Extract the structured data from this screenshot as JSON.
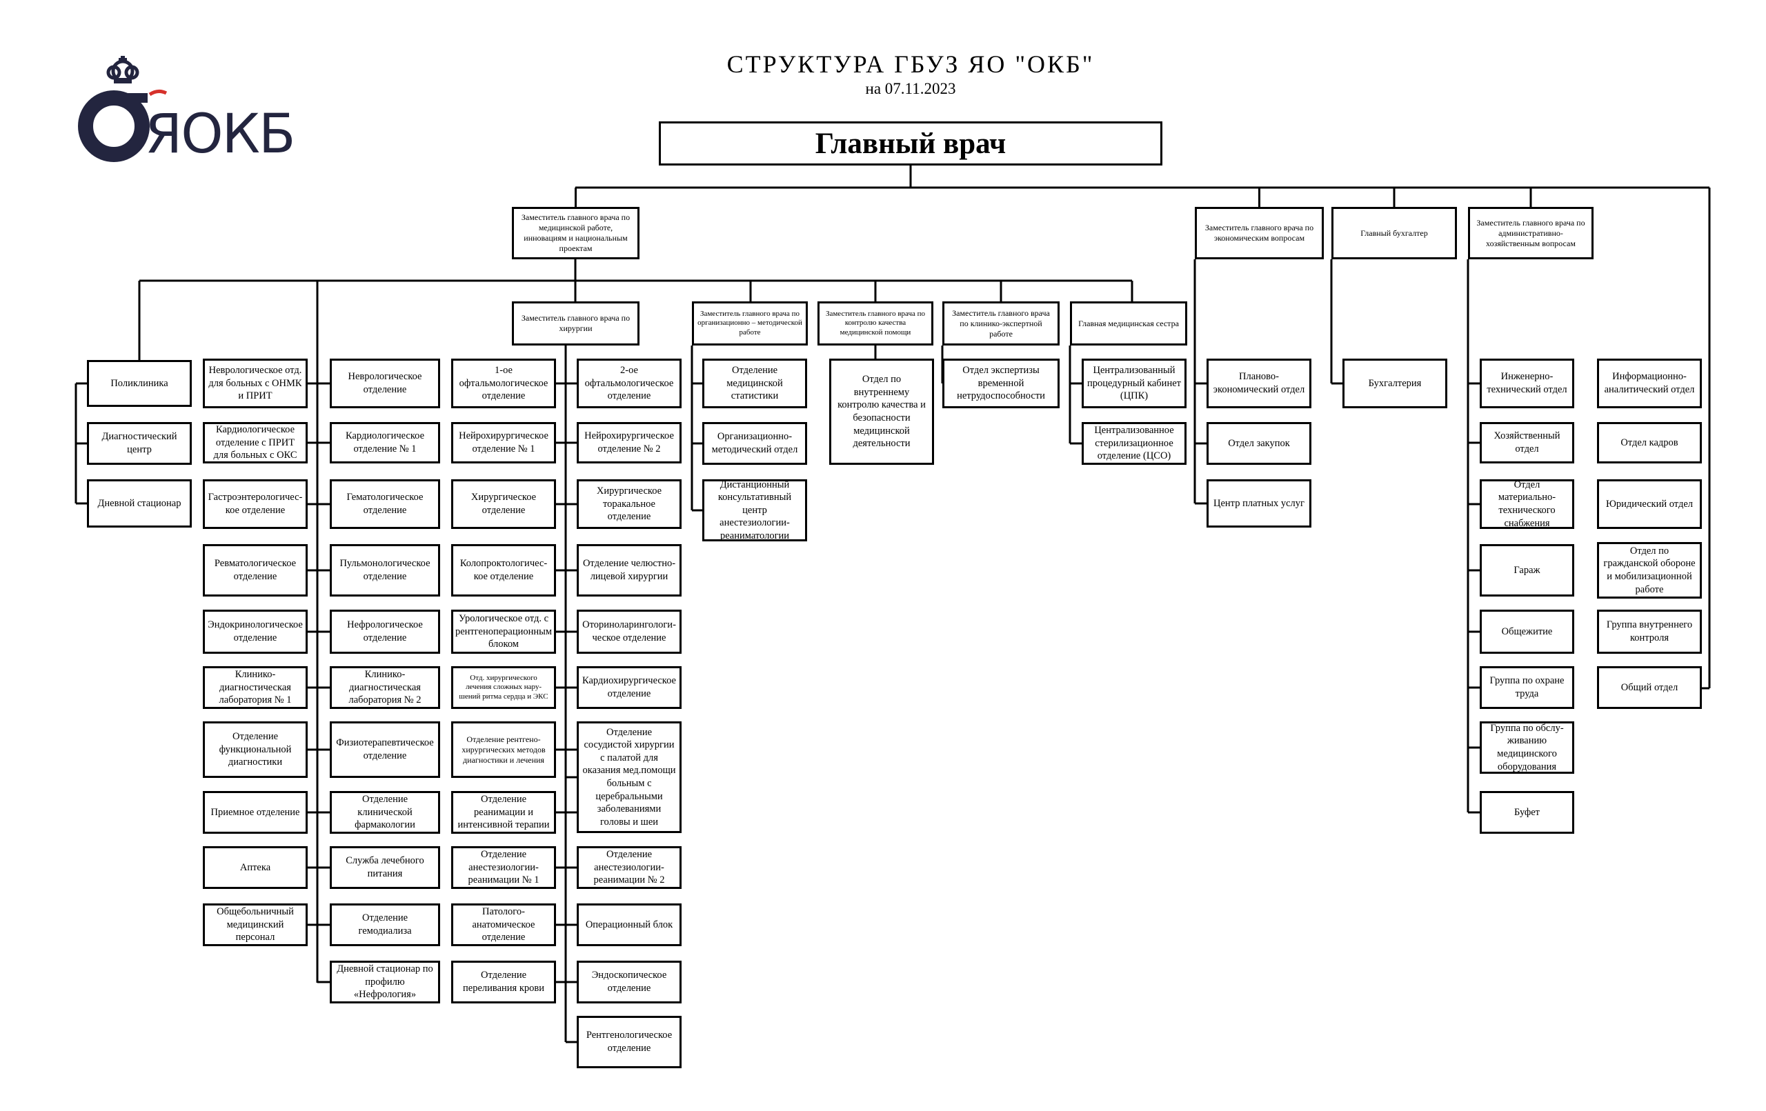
{
  "header": {
    "title": "СТРУКТУРА  ГБУЗ  ЯО  \"ОКБ\"",
    "date": "на 07.11.2023"
  },
  "logo": {
    "text": "ЯОКБ",
    "brand_color": "#23253f",
    "accent_color": "#d6312b"
  },
  "nodes": [
    {
      "id": "head",
      "label": "Главный врач"
    },
    {
      "id": "dep_med",
      "label": "Заместитель главного врача по медицинской работе, инновациям и национальным проектам"
    },
    {
      "id": "dep_econ",
      "label": "Заместитель главного врача по экономическим вопросам"
    },
    {
      "id": "accountant",
      "label": "Главный бухгалтер"
    },
    {
      "id": "dep_admin",
      "label": "Заместитель главного врача по административно-хозяйственным вопросам"
    },
    {
      "id": "dep_surg",
      "label": "Заместитель главного врача по хирургии"
    },
    {
      "id": "dep_org",
      "label": "Заместитель главного врача по организационно – методической работе"
    },
    {
      "id": "dep_qual",
      "label": "Заместитель главного врача по контролю качества медицинской помощи"
    },
    {
      "id": "dep_exp",
      "label": "Заместитель главного врача по клинико-экспертной работе"
    },
    {
      "id": "nurse",
      "label": "Главная медицинская сестра"
    },
    {
      "id": "c1_1",
      "label": "Поликлиника"
    },
    {
      "id": "c1_2",
      "label": "Диагностический центр"
    },
    {
      "id": "c1_3",
      "label": "Дневной стационар"
    },
    {
      "id": "c2_1",
      "label": "Неврологическое отд. для больных с ОНМК и ПРИТ"
    },
    {
      "id": "c2_2",
      "label": "Кардиологическое отделение с ПРИТ для больных с ОКС"
    },
    {
      "id": "c2_3",
      "label": "Гастроэнтерологичес-кое отделение"
    },
    {
      "id": "c2_4",
      "label": "Ревматологическое отделение"
    },
    {
      "id": "c2_5",
      "label": "Эндокринологическое отделение"
    },
    {
      "id": "c2_6",
      "label": "Клинико-диагностическая лаборатория № 1"
    },
    {
      "id": "c2_7",
      "label": "Отделение функциональной диагностики"
    },
    {
      "id": "c2_8",
      "label": "Приемное отделение"
    },
    {
      "id": "c2_9",
      "label": "Аптека"
    },
    {
      "id": "c2_10",
      "label": "Общебольничный медицинский персонал"
    },
    {
      "id": "c3_1",
      "label": "Неврологическое отделение"
    },
    {
      "id": "c3_2",
      "label": "Кардиологическое отделение № 1"
    },
    {
      "id": "c3_3",
      "label": "Гематологическое отделение"
    },
    {
      "id": "c3_4",
      "label": "Пульмонологическое отделение"
    },
    {
      "id": "c3_5",
      "label": "Нефрологическое отделение"
    },
    {
      "id": "c3_6",
      "label": "Клинико-диагностическая лаборатория № 2"
    },
    {
      "id": "c3_7",
      "label": "Физиотерапевтическое отделение"
    },
    {
      "id": "c3_8",
      "label": "Отделение клинической фармакологии"
    },
    {
      "id": "c3_9",
      "label": "Служба лечебного питания"
    },
    {
      "id": "c3_10",
      "label": "Отделение гемодиализа"
    },
    {
      "id": "c3_11",
      "label": "Дневной стационар по профилю «Нефрология»"
    },
    {
      "id": "c4_1",
      "label": "1-ое офтальмологическое отделение"
    },
    {
      "id": "c4_2",
      "label": "Нейрохирургическое отделение № 1"
    },
    {
      "id": "c4_3",
      "label": "Хирургическое отделение"
    },
    {
      "id": "c4_4",
      "label": "Колопроктологичес-кое отделение"
    },
    {
      "id": "c4_5",
      "label": "Урологическое отд. с рентгеноперационным блоком"
    },
    {
      "id": "c4_6",
      "label": "Отд. хирургического лечения сложных нару-шений ритма сердца и ЭКС"
    },
    {
      "id": "c4_7",
      "label": "Отделение рентгено-хирургических методов диагностики и лечения"
    },
    {
      "id": "c4_8",
      "label": "Отделение реанимации и интенсивной терапии"
    },
    {
      "id": "c4_9",
      "label": "Отделение анестезиологии-реанимации № 1"
    },
    {
      "id": "c4_10",
      "label": "Патолого-анатомическое отделение"
    },
    {
      "id": "c4_11",
      "label": "Отделение переливания крови"
    },
    {
      "id": "c5_1",
      "label": "2-ое офтальмологическое отделение"
    },
    {
      "id": "c5_2",
      "label": "Нейрохирургическое отделение № 2"
    },
    {
      "id": "c5_3",
      "label": "Хирургическое торакальное отделение"
    },
    {
      "id": "c5_4",
      "label": "Отделение челюстно-лицевой хирургии"
    },
    {
      "id": "c5_5",
      "label": "Оториноларингологи-ческое отделение"
    },
    {
      "id": "c5_6",
      "label": "Кардиохирургическое отделение"
    },
    {
      "id": "c5_7",
      "label": "Отделение сосудистой хирургии с палатой для оказания мед.помощи больным с церебральными заболеваниями головы и шеи"
    },
    {
      "id": "c5_8",
      "label": "Отделение анестезиологии-реанимации № 2"
    },
    {
      "id": "c5_9",
      "label": "Операционный блок"
    },
    {
      "id": "c5_10",
      "label": "Эндоскопическое отделение"
    },
    {
      "id": "c5_11",
      "label": "Рентгенологическое отделение"
    },
    {
      "id": "o_1",
      "label": "Отделение медицинской статистики"
    },
    {
      "id": "o_2",
      "label": "Организационно-методический отдел"
    },
    {
      "id": "o_3",
      "label": "Дистанционный консультативный центр анестезиологии-реаниматологии"
    },
    {
      "id": "q_1",
      "label": "Отдел по внутреннему контролю качества и безопасности медицинской деятельности"
    },
    {
      "id": "e_1",
      "label": "Отдел экспертизы временной нетрудоспособности"
    },
    {
      "id": "n_1",
      "label": "Централизованный процедурный кабинет (ЦПК)"
    },
    {
      "id": "n_2",
      "label": "Централизованное стерилизационное отделение (ЦСО)"
    },
    {
      "id": "ec_1",
      "label": "Планово-экономический отдел"
    },
    {
      "id": "ec_2",
      "label": "Отдел закупок"
    },
    {
      "id": "ec_3",
      "label": "Центр платных услуг"
    },
    {
      "id": "acc_1",
      "label": "Бухгалтерия"
    },
    {
      "id": "a_1",
      "label": "Инженерно-технический отдел"
    },
    {
      "id": "a_2",
      "label": "Хозяйственный отдел"
    },
    {
      "id": "a_3",
      "label": "Отдел материально-технического снабжения"
    },
    {
      "id": "a_4",
      "label": "Гараж"
    },
    {
      "id": "a_5",
      "label": "Общежитие"
    },
    {
      "id": "a_6",
      "label": "Группа по охране труда"
    },
    {
      "id": "a_7",
      "label": "Группа по обслу-живанию медицинского оборудования"
    },
    {
      "id": "a_8",
      "label": "Буфет"
    },
    {
      "id": "h_1",
      "label": "Информационно-аналитический отдел"
    },
    {
      "id": "h_2",
      "label": "Отдел кадров"
    },
    {
      "id": "h_3",
      "label": "Юридический отдел"
    },
    {
      "id": "h_4",
      "label": "Отдел по гражданской обороне и мобилизационной работе"
    },
    {
      "id": "h_5",
      "label": "Группа внутреннего контроля"
    },
    {
      "id": "h_6",
      "label": "Общий отдел"
    }
  ]
}
